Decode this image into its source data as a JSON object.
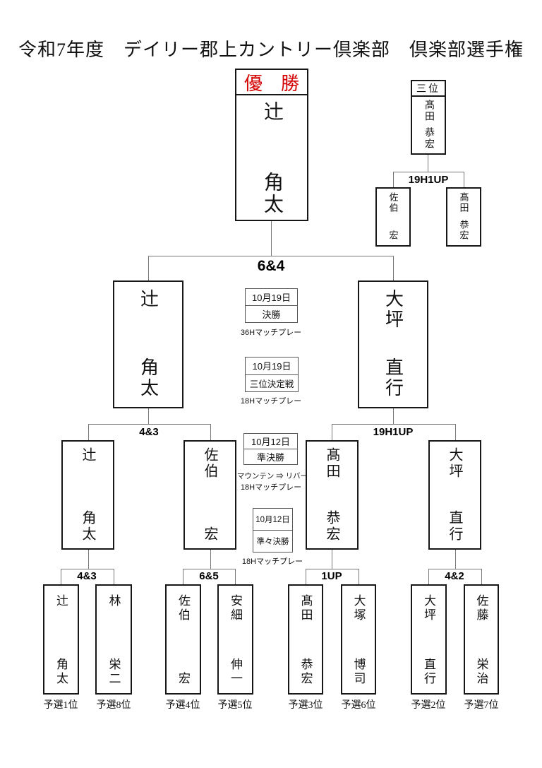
{
  "title": "令和7年度　デイリー郡上カントリー倶楽部　倶楽部選手権",
  "champion": {
    "label": "優　勝",
    "name": {
      "sei": "辻",
      "mei": "角太"
    }
  },
  "final": {
    "score": "6&4"
  },
  "third_place": {
    "label": "三位",
    "winner": {
      "sei": "髙田",
      "mei": "恭宏"
    },
    "score": "19H1UP",
    "players": [
      {
        "sei": "佐伯",
        "mei": "宏"
      },
      {
        "sei": "髙田",
        "mei": "恭宏"
      }
    ]
  },
  "semifinals": {
    "winners": [
      {
        "sei": "辻",
        "mei": "角太"
      },
      {
        "sei": "大坪",
        "mei": "直行"
      }
    ],
    "scores": [
      "4&3",
      "19H1UP"
    ]
  },
  "quarterfinals": {
    "winners": [
      {
        "sei": "辻",
        "mei": "角太"
      },
      {
        "sei": "佐伯",
        "mei": "宏"
      },
      {
        "sei": "髙田",
        "mei": "恭宏"
      },
      {
        "sei": "大坪",
        "mei": "直行"
      }
    ],
    "scores": [
      "4&3",
      "6&5",
      "1UP",
      "4&2"
    ]
  },
  "round1": {
    "players": [
      {
        "sei": "辻",
        "mei": "角太",
        "seed": "予選1位"
      },
      {
        "sei": "林",
        "mei": "栄二",
        "seed": "予選8位"
      },
      {
        "sei": "佐伯",
        "mei": "宏",
        "seed": "予選4位"
      },
      {
        "sei": "安細",
        "mei": "伸一",
        "seed": "予選5位"
      },
      {
        "sei": "髙田",
        "mei": "恭宏",
        "seed": "予選3位"
      },
      {
        "sei": "大塚",
        "mei": "博司",
        "seed": "予選6位"
      },
      {
        "sei": "大坪",
        "mei": "直行",
        "seed": "予選2位"
      },
      {
        "sei": "佐藤",
        "mei": "栄治",
        "seed": "予選7位"
      }
    ]
  },
  "schedule": [
    {
      "date": "10月19日",
      "round": "決勝",
      "note1": "36Hマッチプレー"
    },
    {
      "date": "10月19日",
      "round": "三位決定戦",
      "note1": "18Hマッチプレー"
    },
    {
      "date": "10月12日",
      "round": "準決勝",
      "note1": "マウンテン ⇒ リバー",
      "note2": "18Hマッチプレー"
    },
    {
      "date": "10月12日",
      "round": "準々決勝",
      "note1": "18Hマッチプレー"
    }
  ],
  "colors": {
    "champion_red": "#d40000",
    "line": "#777777",
    "border": "#161616"
  }
}
